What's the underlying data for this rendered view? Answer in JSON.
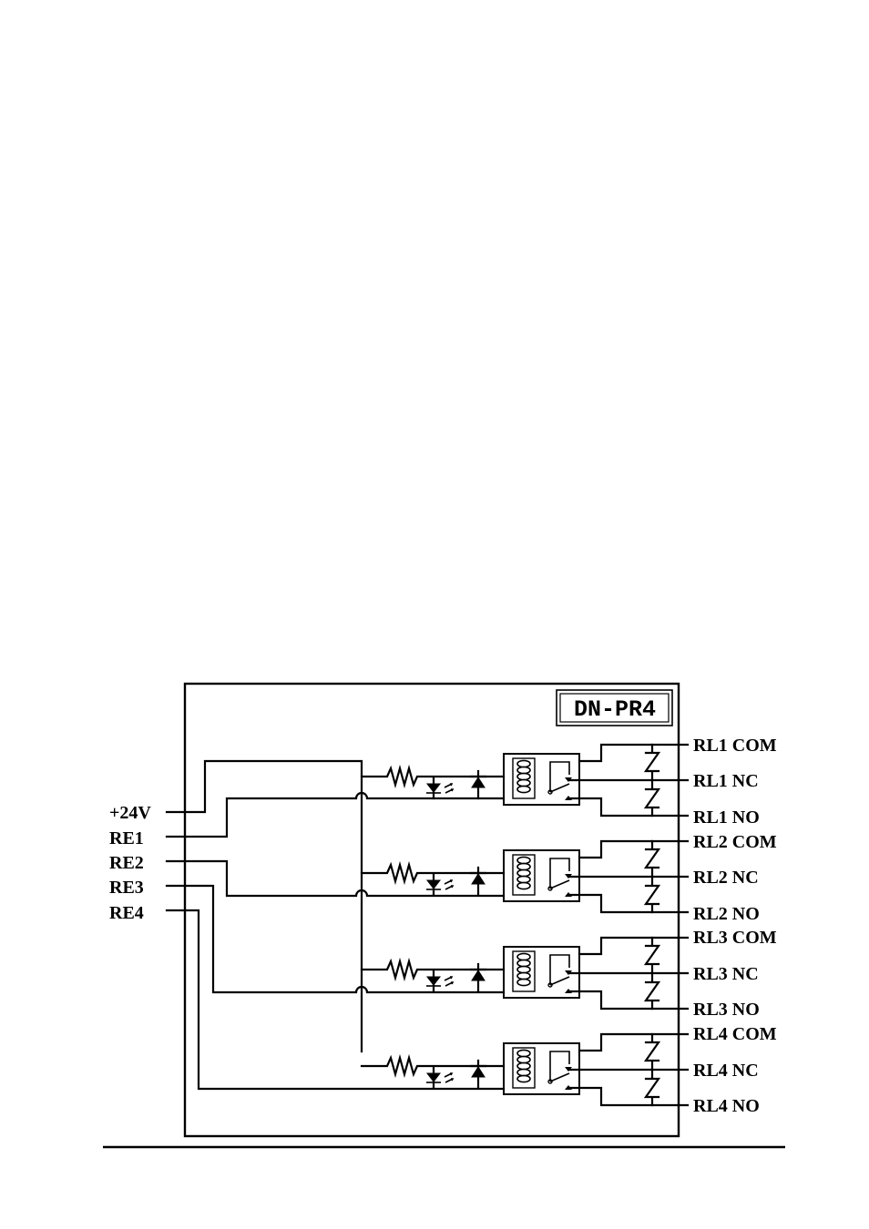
{
  "module": {
    "model": "DN-PR4"
  },
  "inputs": [
    {
      "id": "v24",
      "label": "+24V"
    },
    {
      "id": "re1",
      "label": "RE1"
    },
    {
      "id": "re2",
      "label": "RE2"
    },
    {
      "id": "re3",
      "label": "RE3"
    },
    {
      "id": "re4",
      "label": "RE4"
    }
  ],
  "relays": [
    {
      "com": "RL1 COM",
      "nc": "RL1 NC",
      "no": "RL1 NO"
    },
    {
      "com": "RL2 COM",
      "nc": "RL2 NC",
      "no": "RL2 NO"
    },
    {
      "com": "RL3 COM",
      "nc": "RL3 NC",
      "no": "RL3 NO"
    },
    {
      "com": "RL4 COM",
      "nc": "RL4 NC",
      "no": "RL4 NO"
    }
  ]
}
